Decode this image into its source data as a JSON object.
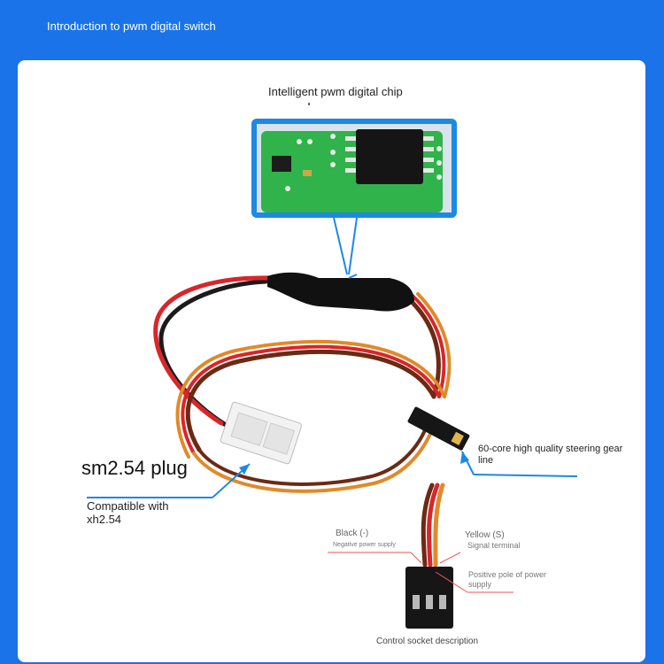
{
  "header": {
    "title": "Introduction to pwm digital switch"
  },
  "labels": {
    "chip": "Intelligent pwm digital chip",
    "plug": "sm2.54 plug",
    "compatible": "Compatible with xh2.54",
    "steering": "60-core high quality steering gear line",
    "black": "Black (-)",
    "negative": "Negative power supply",
    "yellow": "Yellow (S)",
    "signal": "Signal terminal",
    "positive": "Positive pole of power supply",
    "control": "Control socket description"
  },
  "colors": {
    "background": "#1a73e8",
    "card": "#ffffff",
    "pcb": "#2fb34a",
    "callout": "#1e88e5",
    "wire_red": "#d8262a",
    "wire_black": "#1b1b1b",
    "wire_brown": "#6b2a14",
    "wire_orange": "#e08a2a"
  }
}
